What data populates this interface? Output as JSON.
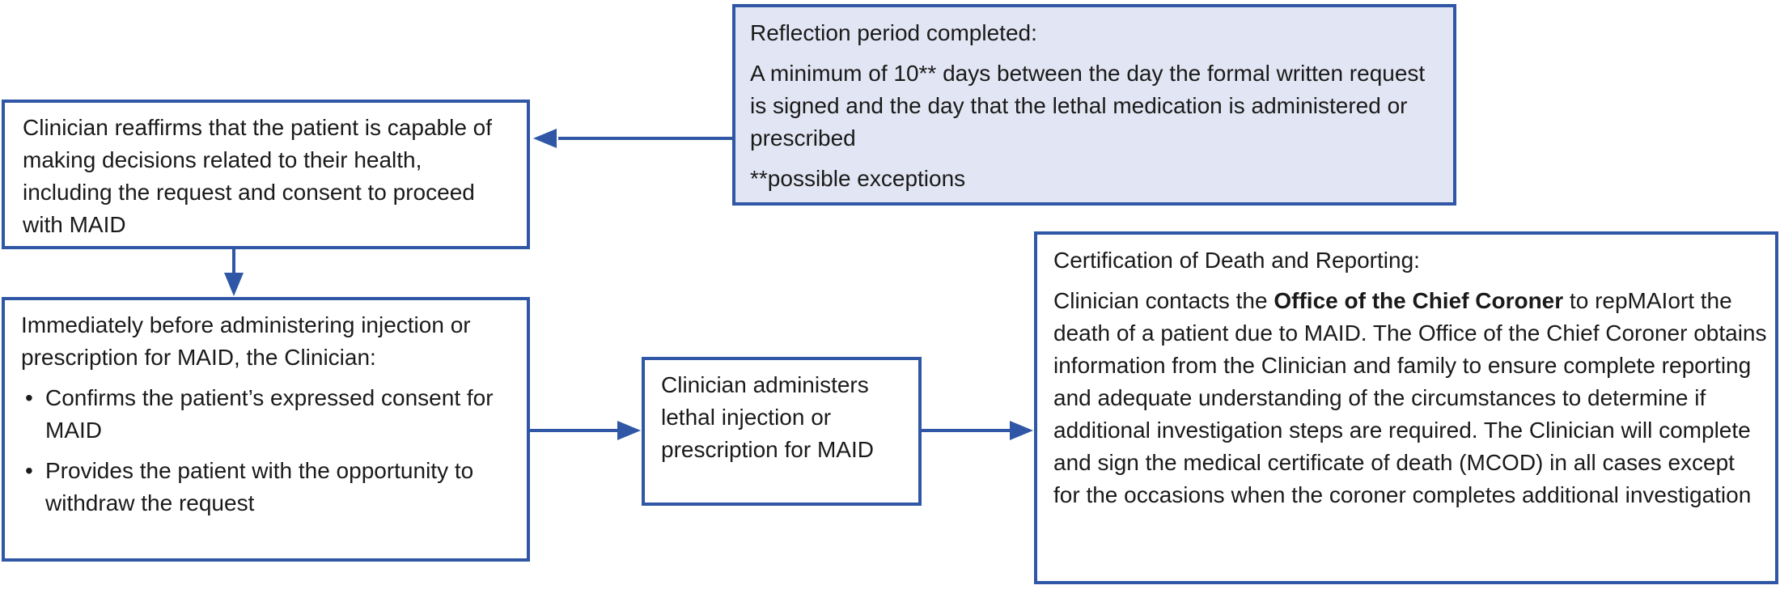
{
  "colors": {
    "border": "#2f57a5",
    "arrow": "#2f57a5",
    "highlight_fill": "#e2e5f3",
    "text": "#1a1a1a"
  },
  "reflection": {
    "heading": "Reflection period completed:",
    "body": "A minimum of 10** days between the day the formal written request is signed and the day that the lethal medication is administered or prescribed",
    "footnote": "**possible exceptions"
  },
  "reaffirm": {
    "text": "Clinician reaffirms that the patient is capable of making decisions related to their health, including the request and consent to proceed with MAID"
  },
  "immediate": {
    "intro": "Immediately before administering injection or prescription for MAID, the Clinician:",
    "bullets": [
      "Confirms the patient’s expressed consent for MAID",
      "Provides the patient with the opportunity to withdraw the request"
    ]
  },
  "administers": {
    "text": "Clinician administers lethal injection or prescription for MAID"
  },
  "certification": {
    "heading": "Certification of Death and Reporting:",
    "body_before": "Clinician contacts the ",
    "body_bold": "Office of the Chief Coroner",
    "body_after": " to repMAIort the death of a patient due to MAID. The Office of the Chief Coroner obtains information from the Clinician and family to ensure complete reporting and adequate understanding of the circumstances to determine if additional investigation steps are required. The Clinician will complete and sign the medical certificate of death (MCOD) in all cases except for the occasions when the coroner completes additional investigation"
  }
}
